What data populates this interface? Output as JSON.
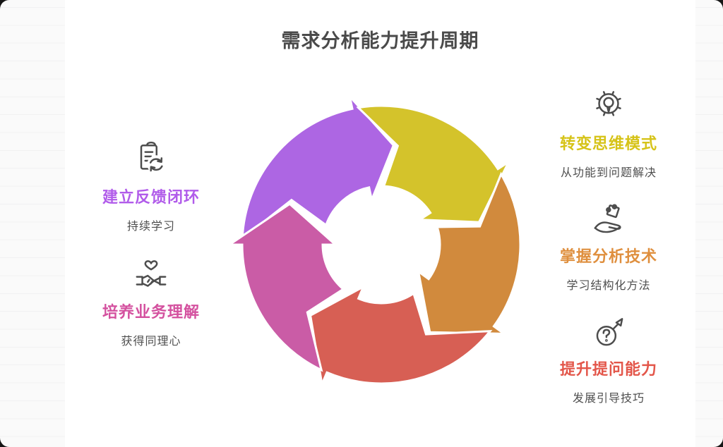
{
  "title": "需求分析能力提升周期",
  "colors": {
    "page_background": "#fafafa",
    "ruled_line": "#f1f1f2",
    "card_background": "#ffffff",
    "title_text": "#4a4a4a",
    "subtitle_text": "#4f4f4f",
    "icon_stroke": "#4d4d4d"
  },
  "cycle": {
    "direction": "clockwise",
    "steps": [
      {
        "id": "mindset",
        "label": "转变思维模式",
        "sub": "从功能到问题解决",
        "arrow_color": "#d4c32b",
        "text_color": "#d6c318",
        "icon": "gear-bulb-icon",
        "side": "right"
      },
      {
        "id": "analysis",
        "label": "掌握分析技术",
        "sub": "学习结构化方法",
        "arrow_color": "#d18a3d",
        "text_color": "#df8f3e",
        "icon": "hand-puzzle-icon",
        "side": "right"
      },
      {
        "id": "questioning",
        "label": "提升提问能力",
        "sub": "发展引导技巧",
        "arrow_color": "#d75f54",
        "text_color": "#e3564a",
        "icon": "question-circle-arrow-icon",
        "side": "right"
      },
      {
        "id": "business",
        "label": "培养业务理解",
        "sub": "获得同理心",
        "arrow_color": "#ca5ca6",
        "text_color": "#d4519f",
        "icon": "handshake-heart-icon",
        "side": "left"
      },
      {
        "id": "feedback",
        "label": "建立反馈闭环",
        "sub": "持续学习",
        "arrow_color": "#ad66e3",
        "text_color": "#b15cea",
        "icon": "clipboard-sync-icon",
        "side": "left"
      }
    ]
  }
}
